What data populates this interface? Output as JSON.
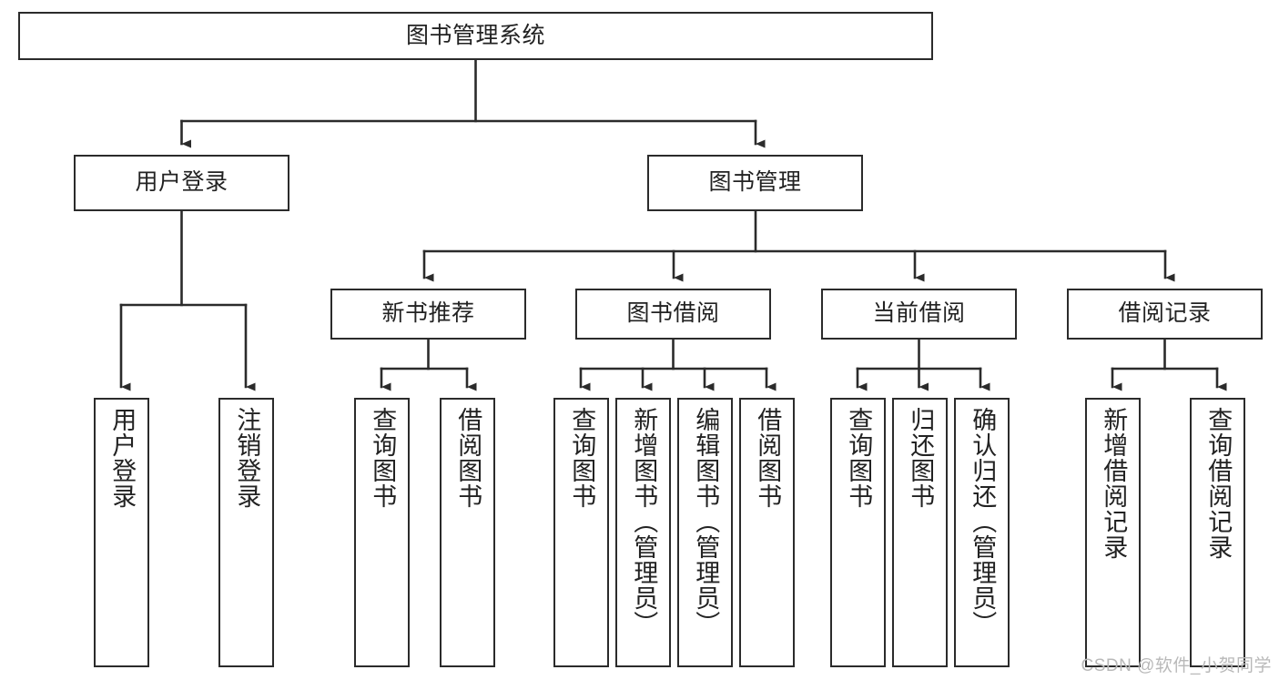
{
  "diagram": {
    "title": "图书管理系统",
    "watermark": "CSDN @软件_小贺同学",
    "line_color": "#2b2b2b",
    "box_fill": "#ffffff",
    "text_color": "#222222",
    "watermark_color": "#b9b9b9",
    "root": {
      "label": "图书管理系统"
    },
    "level2": [
      {
        "label": "用户登录"
      },
      {
        "label": "图书管理"
      }
    ],
    "level3": [
      {
        "label": "新书推荐"
      },
      {
        "label": "图书借阅"
      },
      {
        "label": "当前借阅"
      },
      {
        "label": "借阅记录"
      }
    ],
    "leaves": {
      "user_login": [
        {
          "label": "用户登录"
        },
        {
          "label": "注销登录"
        }
      ],
      "new_book": [
        {
          "label": "查询图书"
        },
        {
          "label": "借阅图书"
        }
      ],
      "book_borrow": [
        {
          "label": "查询图书"
        },
        {
          "label": "新增图书（管理员）"
        },
        {
          "label": "编辑图书（管理员）"
        },
        {
          "label": "借阅图书"
        }
      ],
      "current_borrow": [
        {
          "label": "查询图书"
        },
        {
          "label": "归还图书"
        },
        {
          "label": "确认归还（管理员）"
        }
      ],
      "borrow_record": [
        {
          "label": "新增借阅记录"
        },
        {
          "label": "查询借阅记录"
        }
      ]
    }
  }
}
